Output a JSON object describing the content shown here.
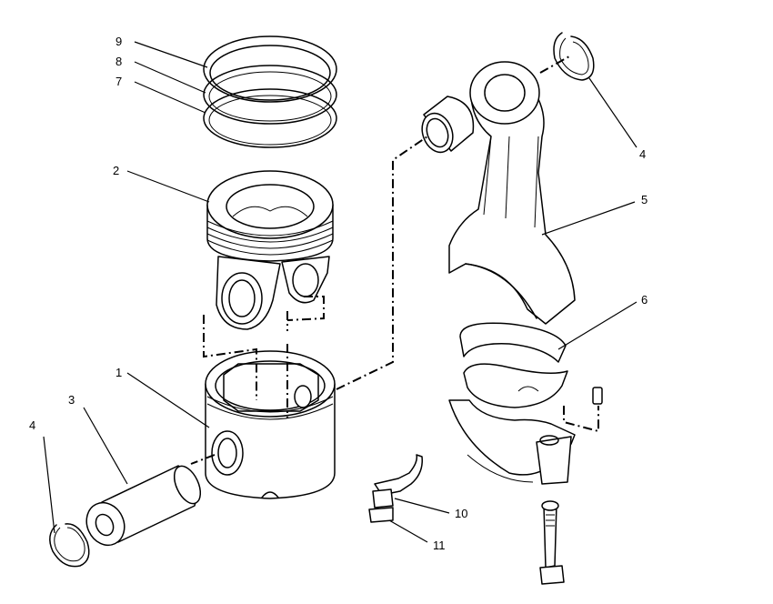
{
  "callouts": {
    "piston": "1",
    "piston_crown": "2",
    "piston_pin": "3",
    "retaining_ring_left": "4",
    "retaining_ring_right": "4",
    "connecting_rod": "5",
    "bearing": "6",
    "ring_7": "7",
    "ring_8": "8",
    "ring_9": "9",
    "nozzle": "10",
    "bolt": "11"
  }
}
